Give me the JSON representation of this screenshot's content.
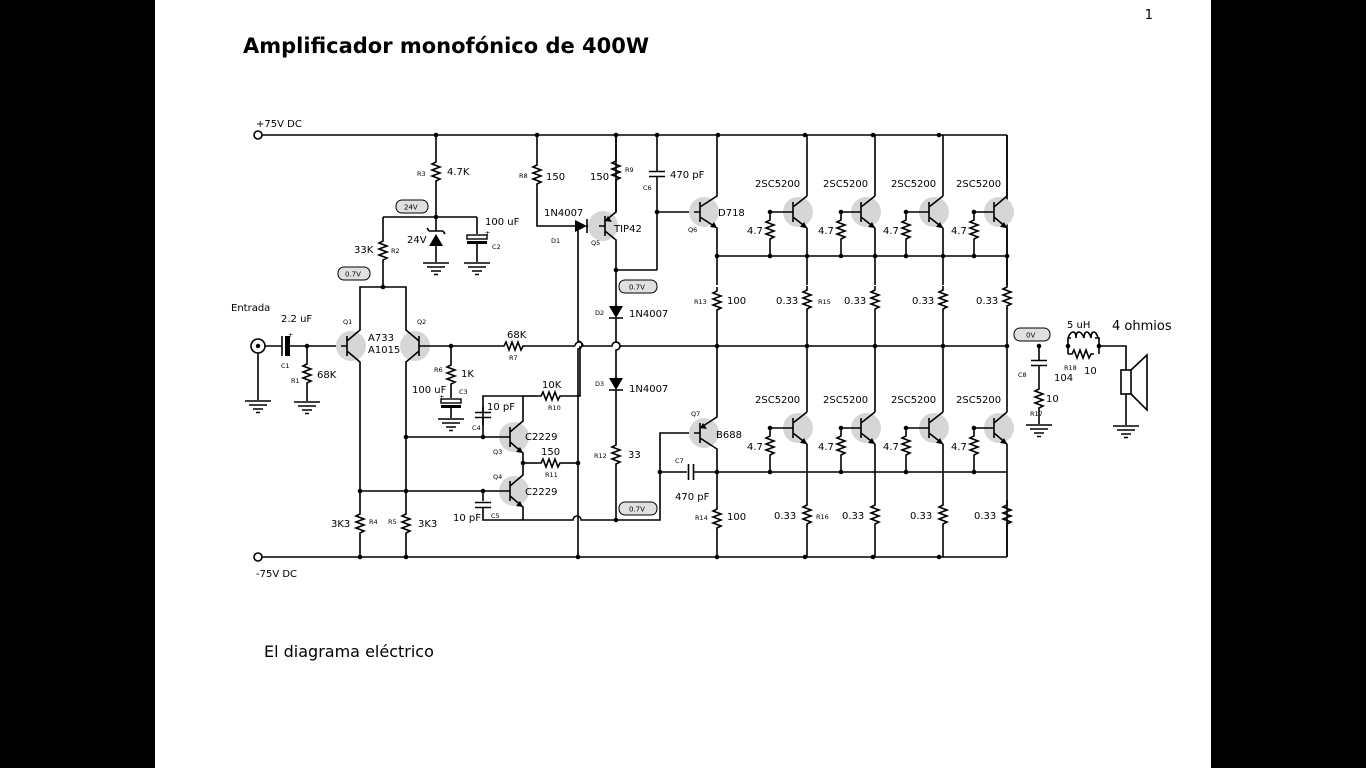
{
  "page_number": "1",
  "title": "Amplificador monofónico de 400W",
  "caption": "El diagrama eléctrico",
  "colors": {
    "background": "#000000",
    "page": "#ffffff",
    "ink": "#000000",
    "transistor_halo": "#d6d6d6",
    "tag_fill": "#e0e0e0"
  },
  "rails": {
    "positive": "+75V DC",
    "negative": "-75V DC"
  },
  "input": {
    "label": "Entrada"
  },
  "output": {
    "label": "4 ohmios",
    "inductor": "5 uH",
    "r18_value": "10",
    "c8_value": "104",
    "r17_value": "10"
  },
  "voltage_tags": {
    "v24": "24V",
    "q_base": "0.7V",
    "d2": "0.7V",
    "d3": "0.7V",
    "out": "0V"
  },
  "parts": {
    "R1": "68K",
    "R2": "33K",
    "R3": "4.7K",
    "R4": "3K3",
    "R5": "3K3",
    "R6": "1K",
    "R7": "68K",
    "R8": "150",
    "R9": "150",
    "R10": "10K",
    "R11": "150",
    "R12": "33",
    "R13": "100",
    "R14": "100",
    "R15": "0.33",
    "R16": "0.33",
    "C1": "2.2 uF",
    "C2": "100 uF",
    "C3": "100 uF",
    "C4": "10 pF",
    "C5": "10 pF",
    "C6": "470 pF",
    "C7": "470 pF",
    "zener": "24V",
    "D1": "1N4007",
    "D2": "1N4007",
    "D3": "1N4007",
    "Q1_Q2": "A733",
    "Q1_Q2_b": "A1015",
    "Q3": "C2229",
    "Q4": "C2229",
    "Q5": "TIP42",
    "Q6": "D718",
    "Q7": "B688",
    "out_transistor": "2SC5200",
    "emitter_r": "0.33",
    "base_r": "4.7"
  },
  "refs": {
    "R1": "R1",
    "R2": "R2",
    "R3": "R3",
    "R4": "R4",
    "R5": "R5",
    "R6": "R6",
    "R7": "R7",
    "R8": "R8",
    "R9": "R9",
    "R10": "R10",
    "R11": "R11",
    "R12": "R12",
    "R13": "R13",
    "R14": "R14",
    "R15": "R15",
    "R16": "R16",
    "R17": "R17",
    "R18": "R18",
    "C1": "C1",
    "C2": "C2",
    "C3": "C3",
    "C4": "C4",
    "C5": "C5",
    "C6": "C6",
    "C7": "C7",
    "C8": "C8",
    "D1": "D1",
    "D2": "D2",
    "D3": "D3",
    "Q1": "Q1",
    "Q2": "Q2",
    "Q3": "Q3",
    "Q4": "Q4",
    "Q5": "Q5",
    "Q6": "Q6",
    "Q7": "Q7"
  }
}
